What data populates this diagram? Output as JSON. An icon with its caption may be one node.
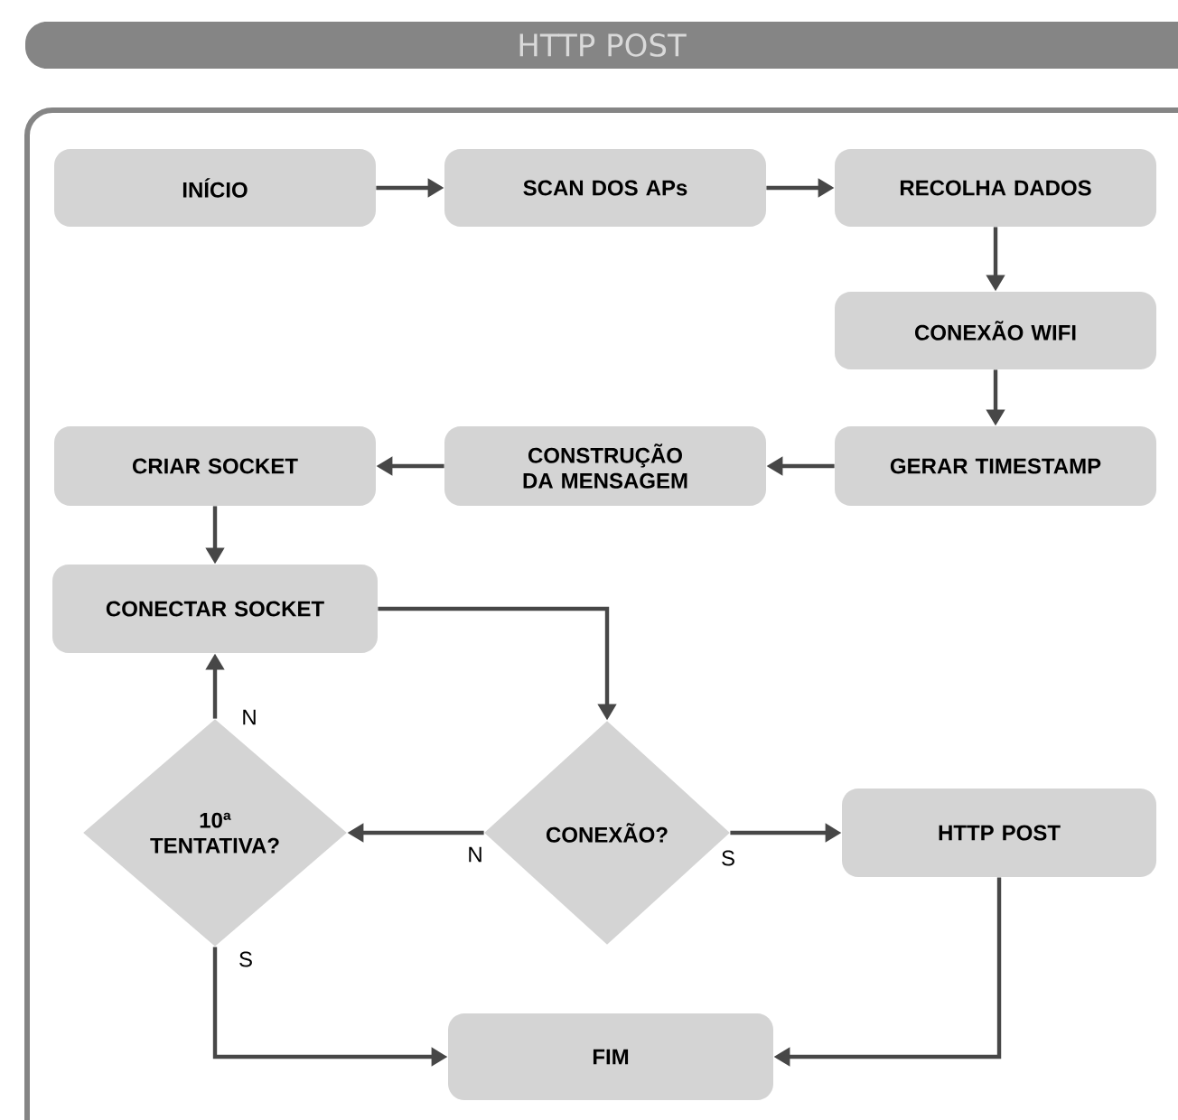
{
  "diagram": {
    "title": "HTTP POST",
    "nodes": [
      {
        "text": [
          "INÍCIO"
        ]
      },
      {
        "text": [
          "SCAN DOS APs"
        ]
      },
      {
        "text": [
          "RECOLHA DADOS"
        ]
      },
      {
        "text": [
          "CONEXÃO WIFI"
        ]
      },
      {
        "text": [
          "GERAR TIMESTAMP"
        ]
      },
      {
        "text": [
          "CONSTRUÇÃO DA MENSAGEM"
        ]
      },
      {
        "text": [
          "CRIAR SOCKET"
        ]
      },
      {
        "text": [
          "CONECTAR SOCKET"
        ]
      },
      {
        "text": [
          "CONEXÃO?"
        ]
      },
      {
        "text": [
          "10ª TENTATIVA?"
        ]
      },
      {
        "text": [
          "HTTP POST"
        ]
      },
      {
        "text": [
          "FIM"
        ]
      }
    ],
    "edges": [
      {
        "from": 0,
        "to": 1,
        "arrow": "to"
      },
      {
        "from": 1,
        "to": 2,
        "arrow": "to"
      },
      {
        "from": 2,
        "to": 3,
        "arrow": "to"
      },
      {
        "from": 3,
        "to": 4,
        "arrow": "to"
      },
      {
        "from": 4,
        "to": 5,
        "arrow": "to"
      },
      {
        "from": 5,
        "to": 6,
        "arrow": "to"
      },
      {
        "from": 6,
        "to": 7,
        "arrow": "to"
      },
      {
        "from": 7,
        "to": 8,
        "arrow": "to"
      },
      {
        "from": 8,
        "to": 9,
        "arrow": "to",
        "label": "N"
      },
      {
        "from": 8,
        "to": 10,
        "arrow": "to",
        "label": "S"
      },
      {
        "from": 9,
        "to": 7,
        "arrow": "to",
        "label": "N"
      },
      {
        "from": 9,
        "to": 11,
        "arrow": "to",
        "label": "S"
      },
      {
        "from": 10,
        "to": 11,
        "arrow": "to"
      }
    ]
  }
}
